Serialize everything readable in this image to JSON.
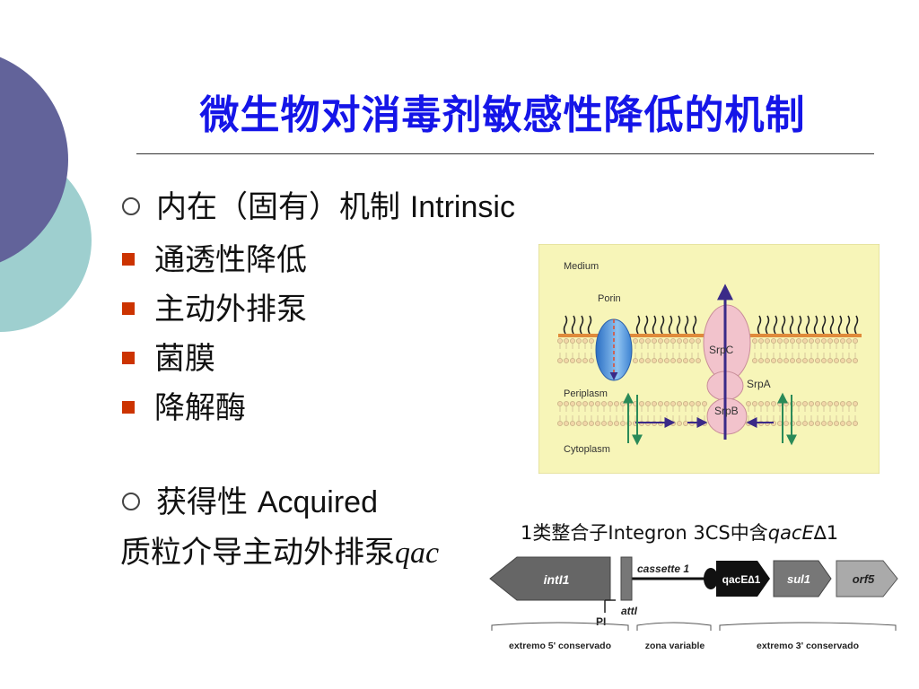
{
  "slide": {
    "title": "微生物对消毒剂敏感性降低的机制",
    "intrinsic": {
      "cn": "内在（固有）机制 ",
      "en": "Intrinsic"
    },
    "sub_items": [
      "通透性降低",
      "主动外排泵",
      "菌膜",
      "降解酶"
    ],
    "acquired": {
      "cn": "获得性 ",
      "en": "Acquired"
    },
    "plasmid_line": {
      "cn": "质粒介导主动外排泵",
      "gene": "qac"
    },
    "integron_caption": {
      "a": "1类整合子",
      "b": "Integron 3CS中含",
      "gene": "qacE",
      "delta": "∆1"
    }
  },
  "membrane_figure": {
    "labels": {
      "medium": "Medium",
      "porin": "Porin",
      "periplasm": "Periplasm",
      "cytoplasm": "Cytoplasm",
      "srpc": "SrpC",
      "srpa": "SrpA",
      "srpb": "SrpB"
    }
  },
  "integron_figure": {
    "genes": {
      "intl1": "intI1",
      "cassette": "cassette 1",
      "qace": "qacE∆1",
      "sul1": "sul1",
      "orf5": "orf5",
      "attl": "attI",
      "pi": "PI"
    },
    "regions": {
      "left": "extremo 5' conservado",
      "middle": "zona variable",
      "right": "extremo 3' conservado"
    }
  },
  "colors": {
    "title": "#1515e8",
    "bullet_square": "#cc3300",
    "deco_dark": "#62639a",
    "deco_teal": "#9ecfcf",
    "figure_bg": "#f7f5b8"
  }
}
